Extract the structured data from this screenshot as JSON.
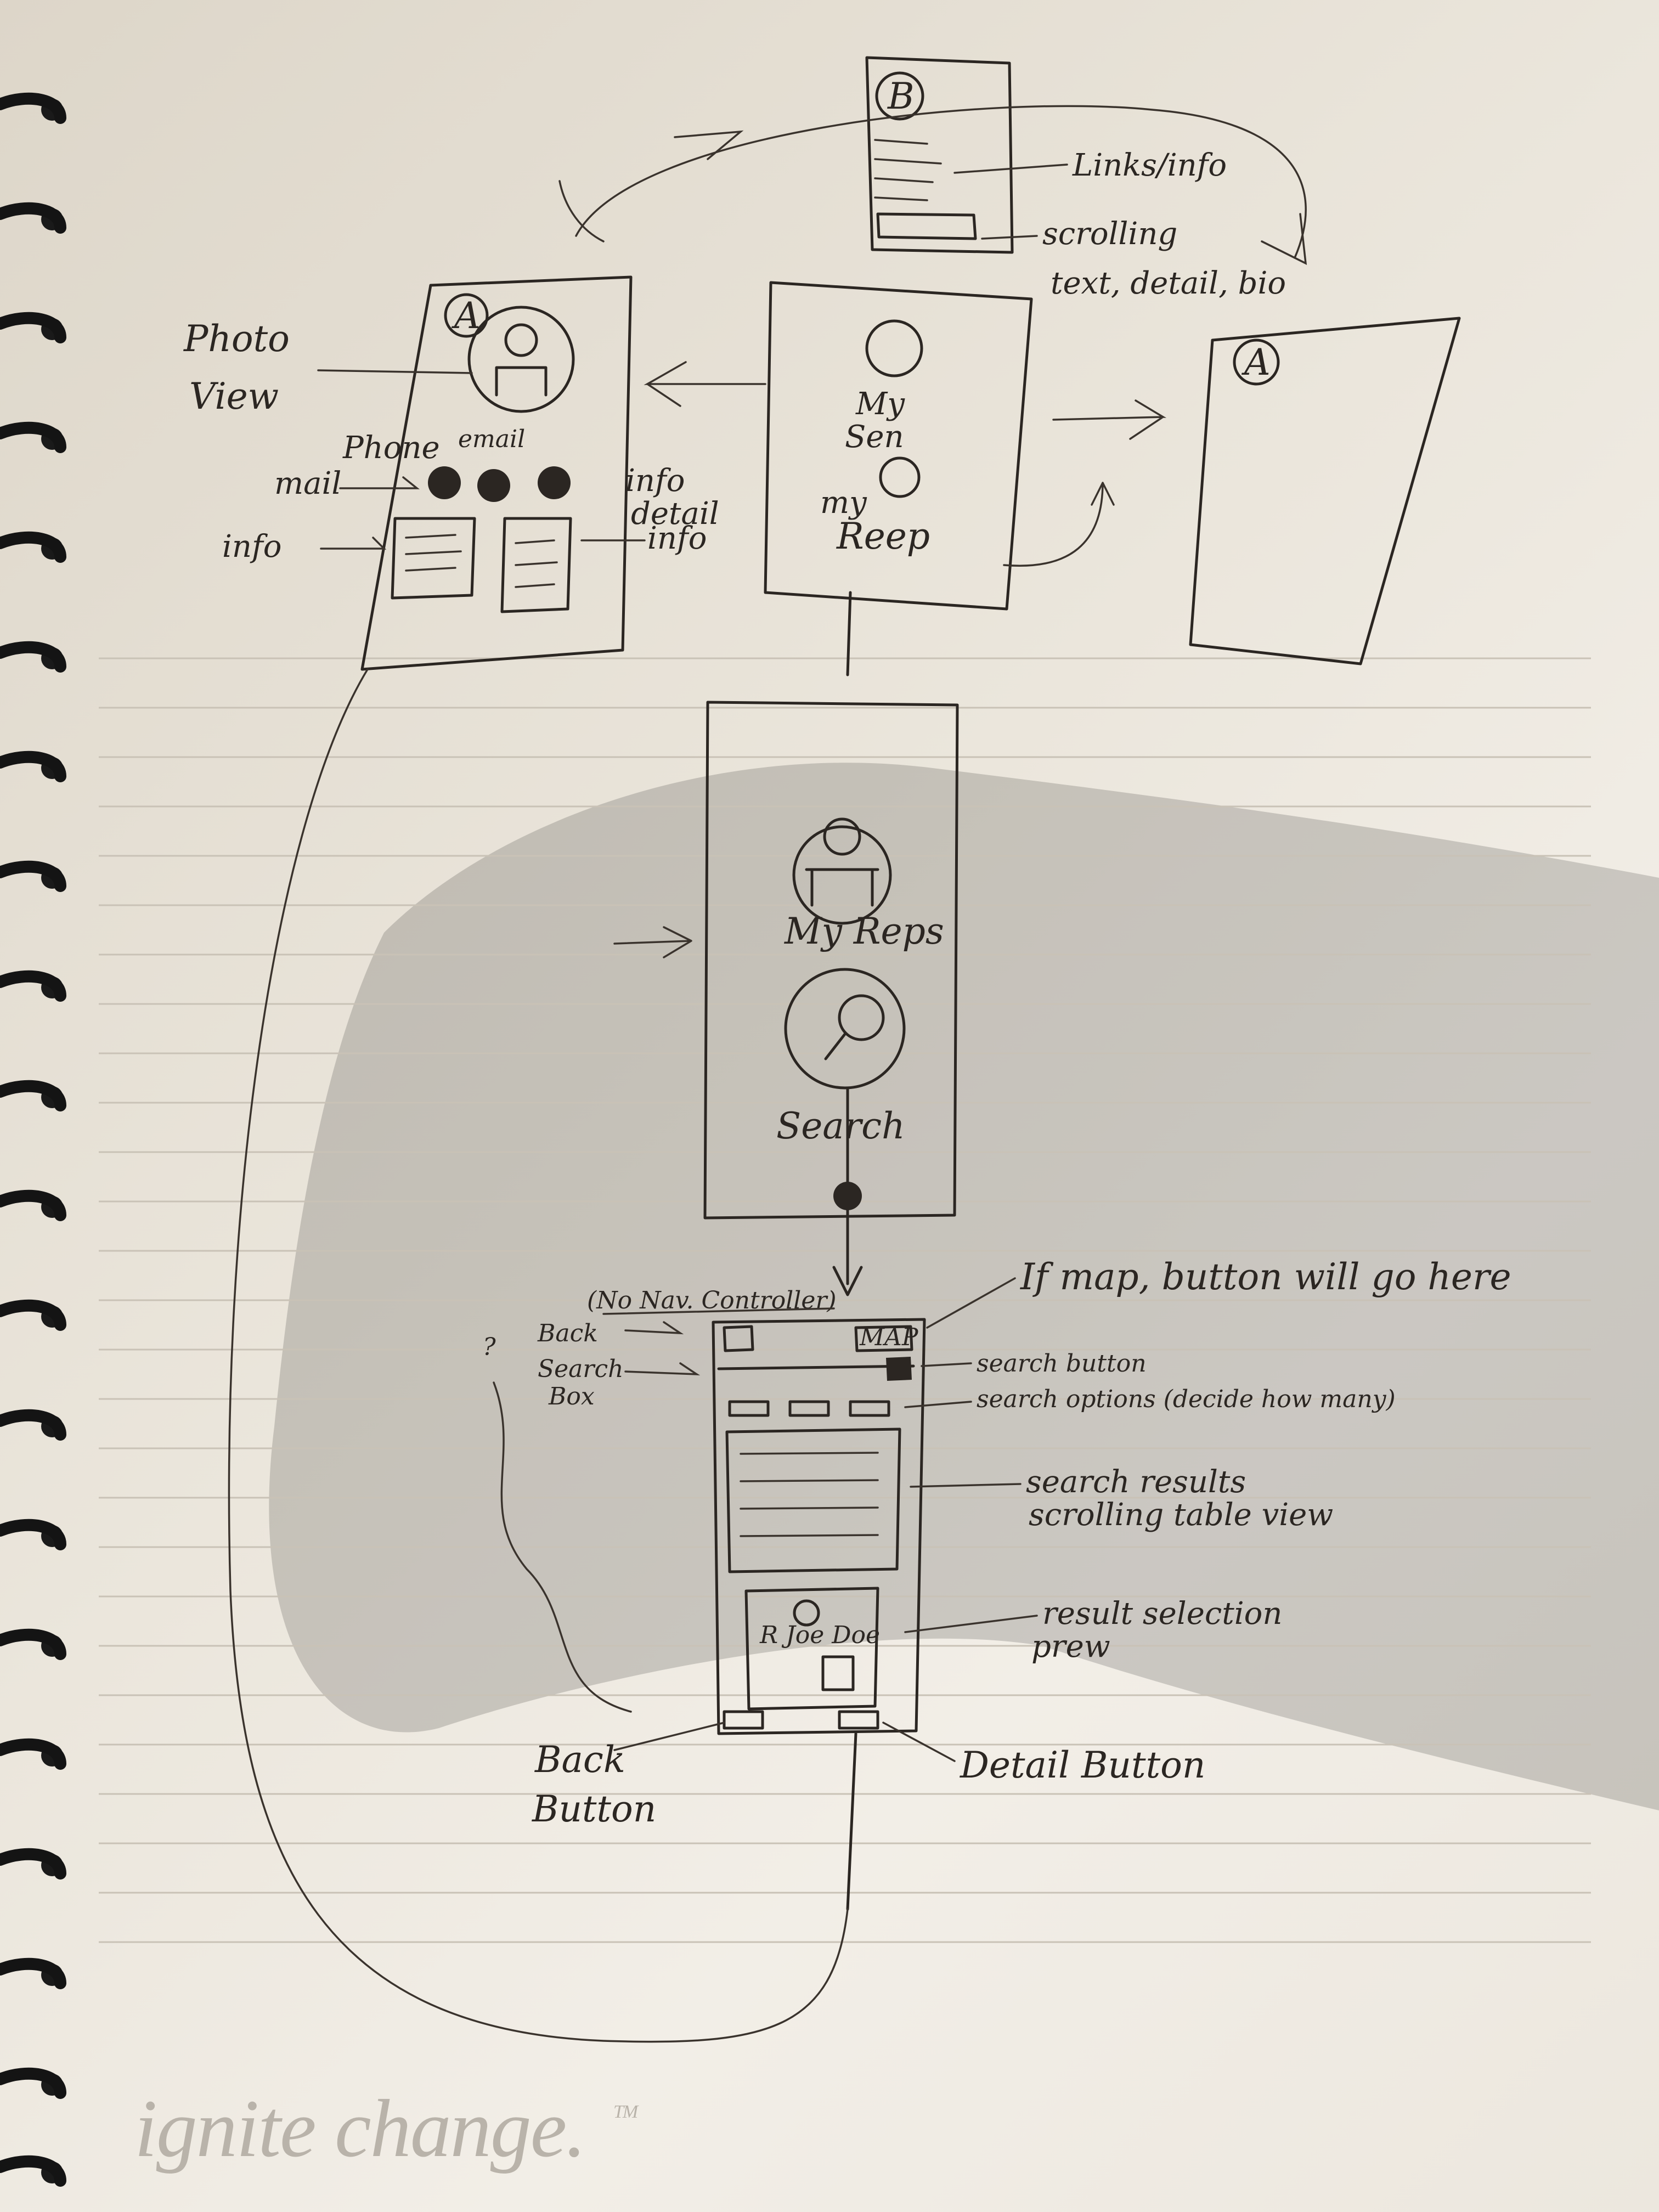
{
  "labels": {
    "b_screen": "B",
    "a_screen": "A",
    "a_screen_2": "A",
    "links_info": "Links/info",
    "scrolling_text": "scrolling",
    "scrolling_text_2": "text, detail, bio",
    "photo": "Photo",
    "view": "View",
    "phone": "Phone",
    "email": "email",
    "mail": "mail",
    "info_detail_1": "info",
    "info_detail_2": "detail",
    "info_left": "info",
    "info_right": "info",
    "my_sen_1": "My",
    "my_sen_2": "Sen",
    "my_rep_1": "my",
    "my_rep_2": "Reep",
    "my_reps": "My Reps",
    "search": "Search",
    "nav_controller": "(No Nav. Controller)",
    "map_note": "If map, button will go here",
    "map_btn": "MAP",
    "search_button": "search button",
    "search_options": "search options (decide how many)",
    "search_results_1": "search results",
    "search_results_2": "scrolling table view",
    "result_selection_1": "result selection",
    "result_selection_2": "prew",
    "preview_name": "R Joe Doe",
    "back_button_1": "Back",
    "back_button_2": "Button",
    "detail_button": "Detail Button",
    "back_small": "Back",
    "search_small": "Search",
    "box_small": "Box",
    "question": "?"
  },
  "watermark": "ignite change.",
  "trademark": "TM"
}
